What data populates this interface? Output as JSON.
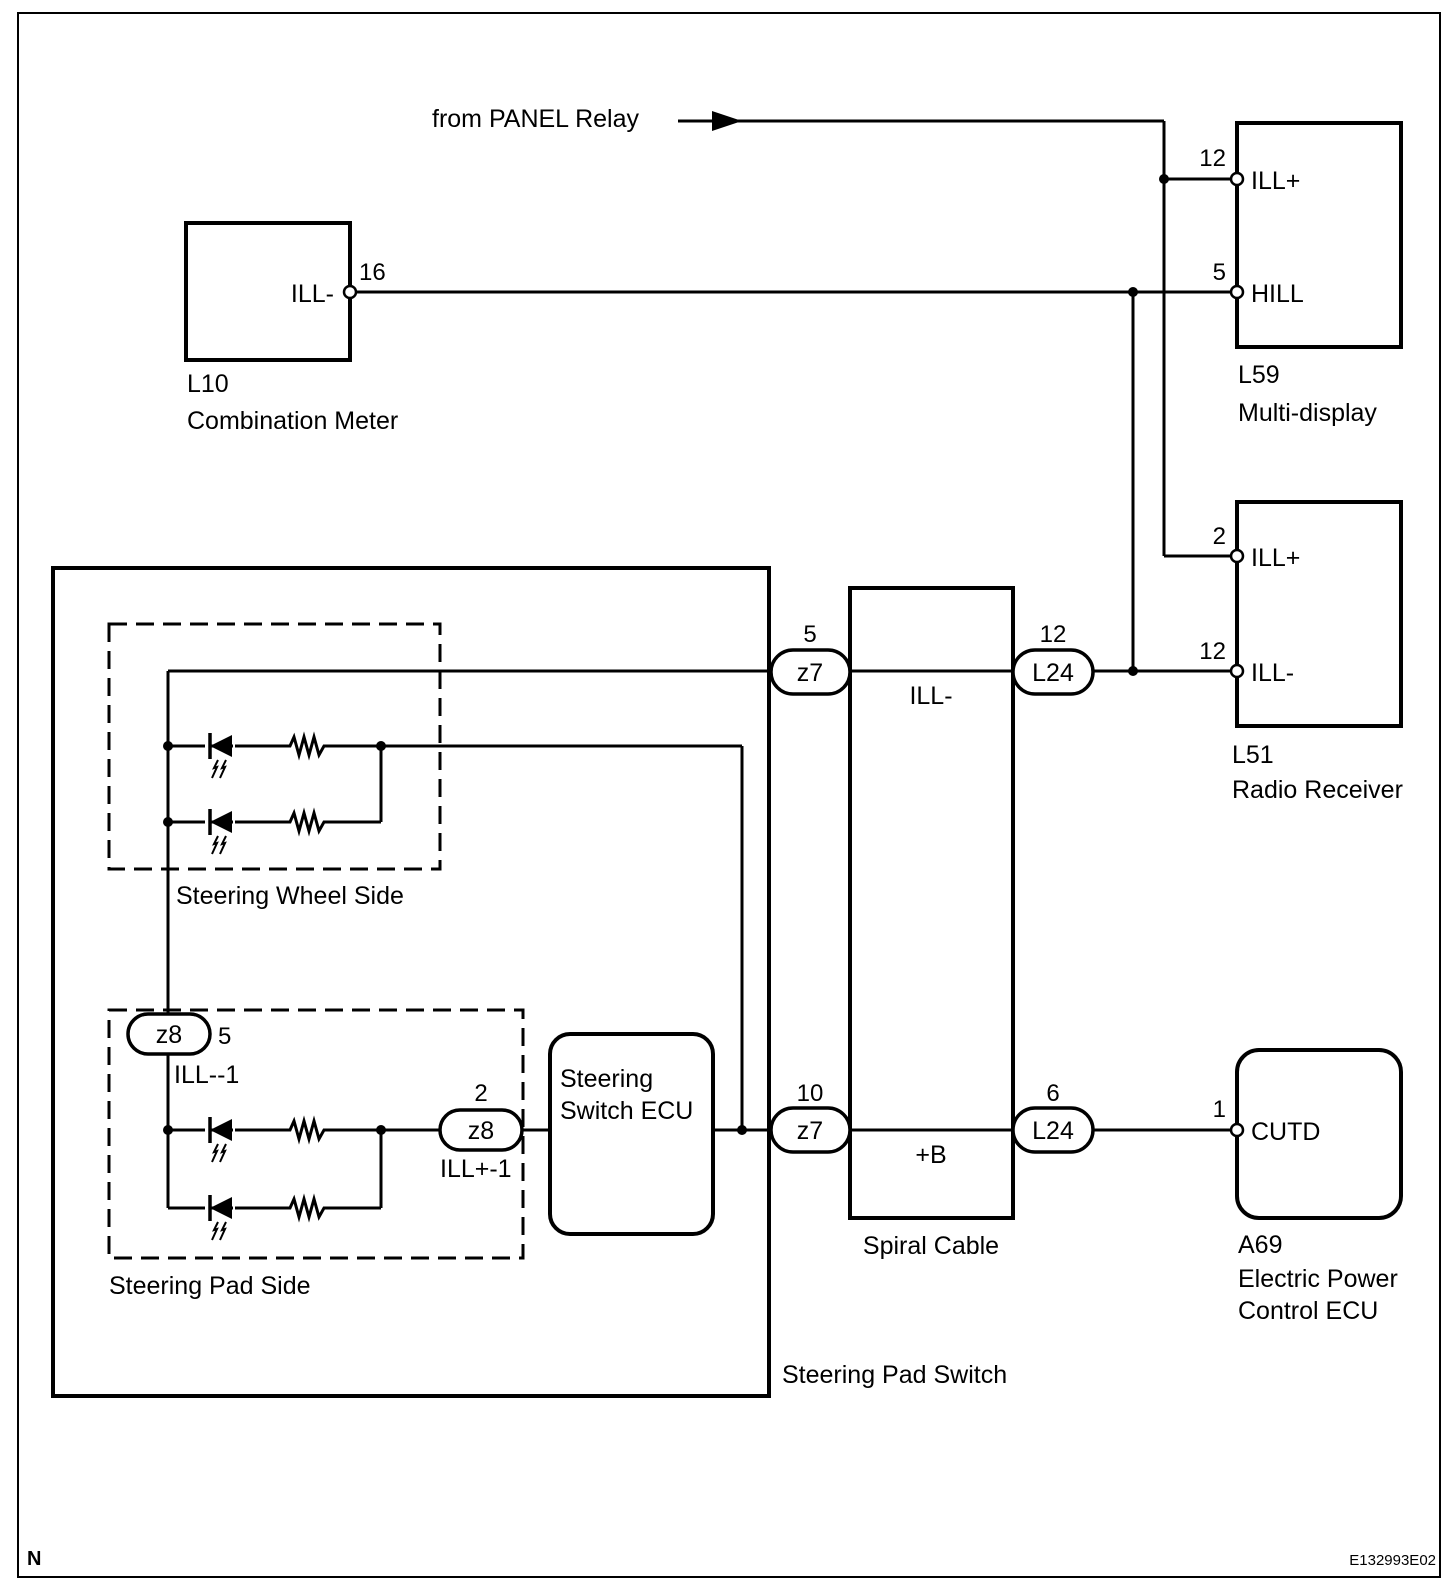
{
  "source_label": "from PANEL Relay",
  "components": {
    "combination_meter": {
      "code": "L10",
      "name": "Combination Meter",
      "terminal": "ILL-",
      "pin": "16"
    },
    "multi_display": {
      "code": "L59",
      "name": "Multi-display",
      "terminals": [
        {
          "label": "ILL+",
          "pin": "12"
        },
        {
          "label": "HILL",
          "pin": "5"
        }
      ]
    },
    "radio_receiver": {
      "code": "L51",
      "name": "Radio Receiver",
      "terminals": [
        {
          "label": "ILL+",
          "pin": "2"
        },
        {
          "label": "ILL-",
          "pin": "12"
        }
      ]
    },
    "power_control_ecu": {
      "code": "A69",
      "name_line1": "Electric Power",
      "name_line2": "Control ECU",
      "terminal": "CUTD",
      "pin": "1"
    },
    "spiral_cable": {
      "name": "Spiral Cable",
      "upper_signal": "ILL-",
      "lower_signal": "+B"
    },
    "steering_pad_switch": {
      "name": "Steering Pad Switch"
    },
    "steering_switch_ecu": {
      "line1": "Steering",
      "line2": "Switch ECU"
    }
  },
  "groups": {
    "wheel_side": "Steering Wheel Side",
    "pad_side": "Steering Pad Side"
  },
  "connectors": {
    "z7_top": {
      "id": "z7",
      "pin": "5"
    },
    "z7_bottom": {
      "id": "z7",
      "pin": "10"
    },
    "l24_top": {
      "id": "L24",
      "pin": "12"
    },
    "l24_bottom": {
      "id": "L24",
      "pin": "6"
    },
    "z8_left": {
      "id": "z8",
      "pin": "5",
      "signal": "ILL--1"
    },
    "z8_mid": {
      "id": "z8",
      "pin": "2",
      "signal": "ILL+-1"
    }
  },
  "footer": {
    "corner_letter": "N",
    "figure_code": "E132993E02"
  }
}
